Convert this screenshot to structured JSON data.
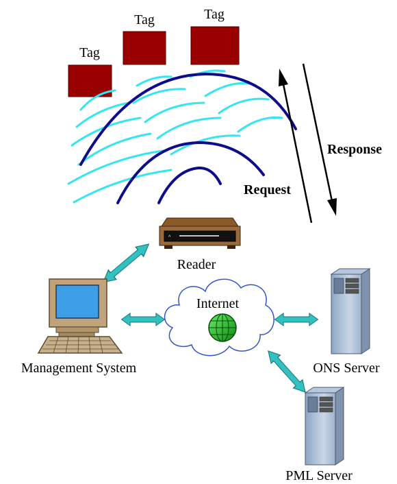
{
  "tags": [
    {
      "label": "Tag"
    },
    {
      "label": "Tag"
    },
    {
      "label": "Tag"
    }
  ],
  "request_label": "Request",
  "response_label": "Response",
  "reader_label": "Reader",
  "internet_label": "Internet",
  "management_label": "Management System",
  "ons_label": "ONS Server",
  "pml_label": "PML Server",
  "colors": {
    "tag": "#990000",
    "wave_light": "#33e6f2",
    "wave_dark": "#0d0d8c",
    "connector": "#33c0c0",
    "cloud_stroke": "#3355cc"
  }
}
